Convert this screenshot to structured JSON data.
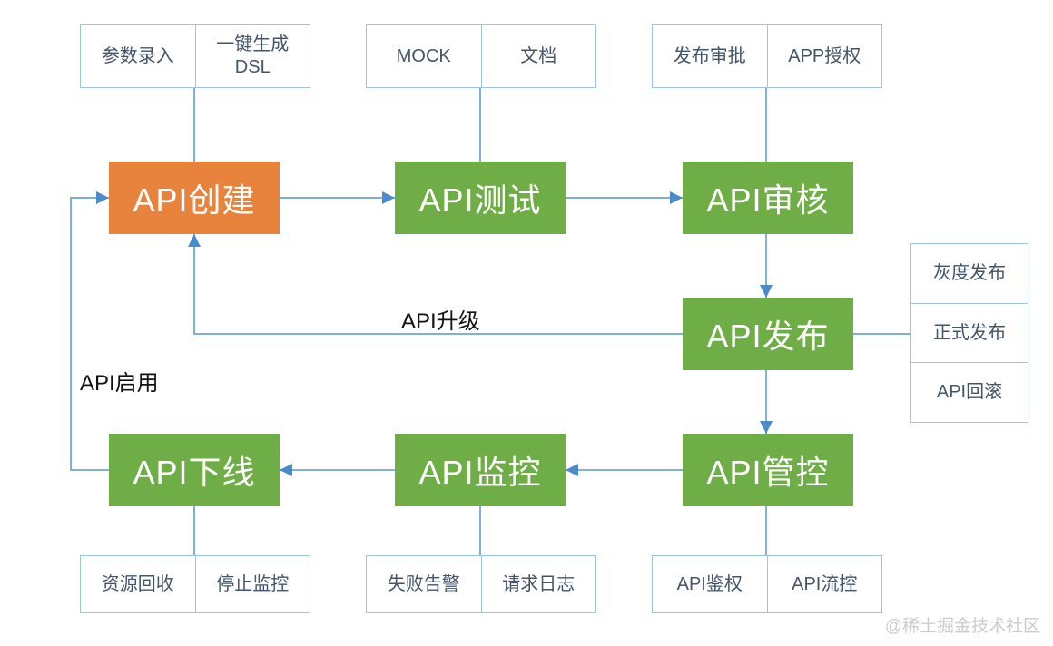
{
  "diagram": {
    "nodes": {
      "create": "API创建",
      "test": "API测试",
      "review": "API审核",
      "publish": "API发布",
      "control": "API管控",
      "monitor": "API监控",
      "offline": "API下线"
    },
    "top_boxes": {
      "create": {
        "cells": [
          "参数录入",
          "一键生成\nDSL"
        ]
      },
      "test": {
        "cells": [
          "MOCK",
          "文档"
        ]
      },
      "review": {
        "cells": [
          "发布审批",
          "APP授权"
        ]
      }
    },
    "side_box": {
      "cells": [
        "灰度发布",
        "正式发布",
        "API回滚"
      ]
    },
    "bottom_boxes": {
      "offline": {
        "cells": [
          "资源回收",
          "停止监控"
        ]
      },
      "monitor": {
        "cells": [
          "失败告警",
          "请求日志"
        ]
      },
      "control": {
        "cells": [
          "API鉴权",
          "API流控"
        ]
      }
    },
    "edge_labels": {
      "upgrade": "API升级",
      "enable": "API启用"
    }
  },
  "watermark": "@稀土掘金技术社区",
  "colors": {
    "orange": "#E8833D",
    "green": "#6FAD47",
    "line": "#82AEDE",
    "arrow": "#4A8BC9",
    "obox-border": "#9DC3E6",
    "obox-text": "#44546A"
  }
}
